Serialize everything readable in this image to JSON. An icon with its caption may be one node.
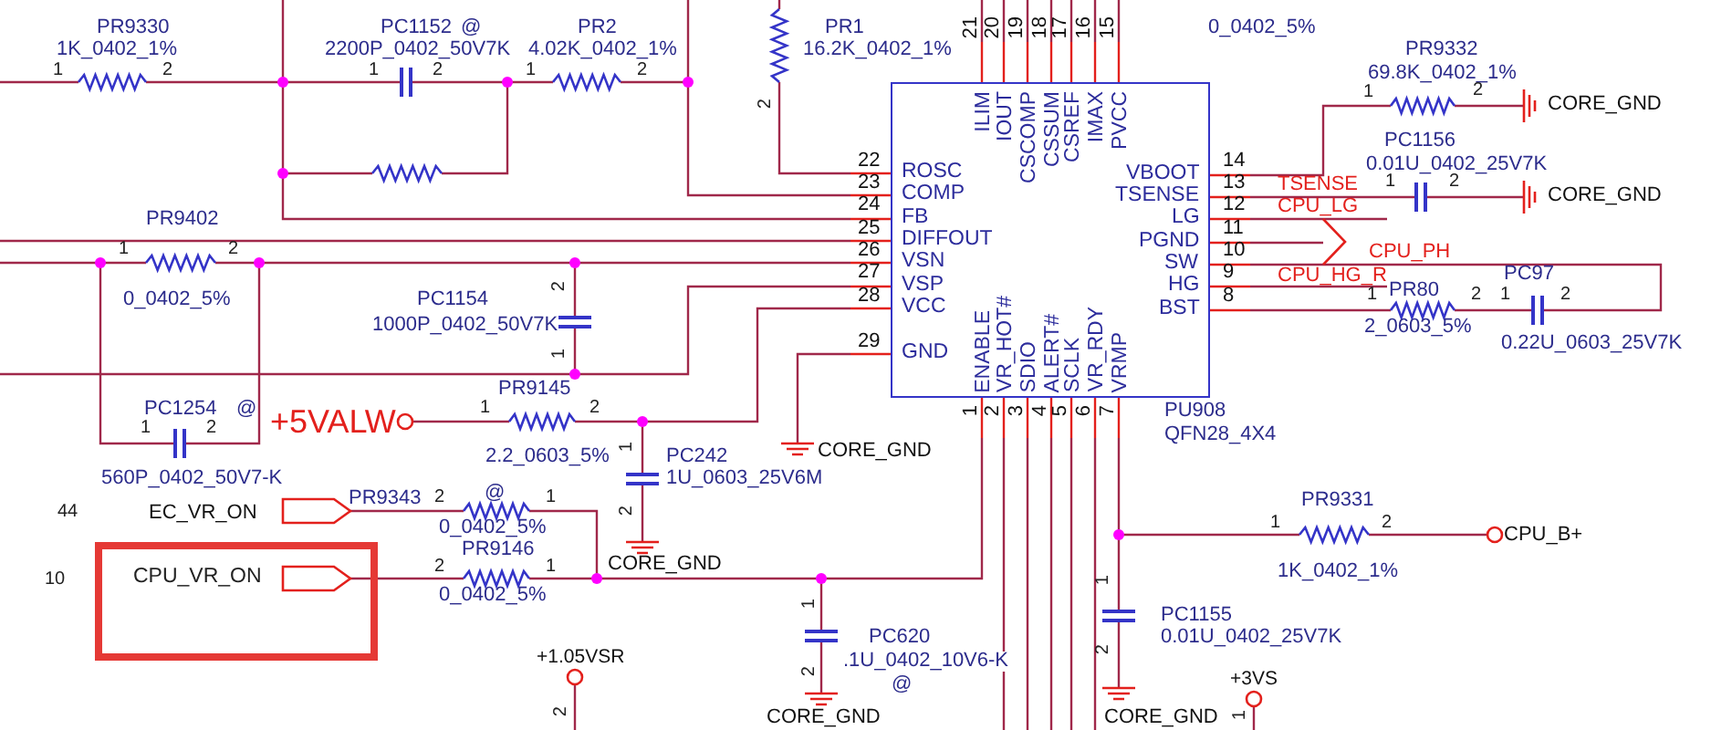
{
  "diagram": {
    "nodes": [
      {
        "text": [],
        "shape": "box"
      },
      {
        "text": [
          "CPU_VR_ON"
        ]
      }
    ],
    "labels": [
      "PR9330",
      "1K_0402_1%",
      "1",
      "2",
      "PC1152",
      "@",
      "2200P_0402_50V7K",
      "1",
      "2",
      "PR2",
      "4.02K_0402_1%",
      "1",
      "2",
      "PR1",
      "16.2K_0402_1%",
      "2",
      "21",
      "20",
      "19",
      "18",
      "17",
      "16",
      "15",
      "ILIM",
      "IOUT",
      "CSCOMP",
      "CSSUM",
      "CSREF",
      "IMAX",
      "PVCC",
      "0_0402_5%",
      "PR9332",
      "69.8K_0402_1%",
      "1",
      "2",
      "CORE_GND",
      "PC1156",
      "0.01U_0402_25V7K",
      "1",
      "2",
      "CORE_GND",
      "22",
      "ROSC",
      "23",
      "COMP",
      "24",
      "FB",
      "25",
      "DIFFOUT",
      "26",
      "VSN",
      "27",
      "VSP",
      "28",
      "VCC",
      "29",
      "GND",
      "VBOOT",
      "14",
      "TSENSE",
      "13",
      "LG",
      "12",
      "PGND",
      "11",
      "SW",
      "10",
      "HG",
      "9",
      "BST",
      "8",
      "TSENSE",
      "CPU_LG",
      "CPU_PH",
      "CPU_HG_R",
      "PR9402",
      "1",
      "2",
      "1",
      "PR80",
      "2",
      "2_0603_5%",
      "PC97",
      "1",
      "2",
      "0.22U_0603_25V7K",
      "0_0402_5%",
      "PC1154",
      "1000P_0402_50V7K",
      "2",
      "1",
      "ENABLE",
      "VR_HOT#",
      "SDIO",
      "ALERT#",
      "SCLK",
      "VR_RDY",
      "VRMP",
      "1",
      "2",
      "3",
      "4",
      "5",
      "6",
      "7",
      "PU908",
      "QFN28_4X4",
      "PR9145",
      "PC1254",
      "@",
      "+5VALW",
      "1",
      "2",
      "1",
      "2",
      "2.2_0603_5%",
      "1",
      "PC242",
      "CORE_GND",
      "560P_0402_50V7-K",
      "1U_0603_25V6M",
      "2",
      "44",
      "EC_VR_ON",
      "PR9343",
      "2",
      "@",
      "1",
      "PR9331",
      "0_0402_5%",
      "1",
      "2",
      "CPU_B+",
      "PR9146",
      "10",
      "2",
      "1",
      "CORE_GND",
      "1K_0402_1%",
      "1",
      "0_0402_5%",
      "1",
      "PC1155",
      "PC620",
      "0.01U_0402_25V7K",
      "+1.05VSR",
      "2",
      ".1U_0402_10V6-K",
      "2",
      "@",
      "+3VS",
      "2",
      "1",
      "CORE_GND",
      "CORE_GND"
    ]
  }
}
